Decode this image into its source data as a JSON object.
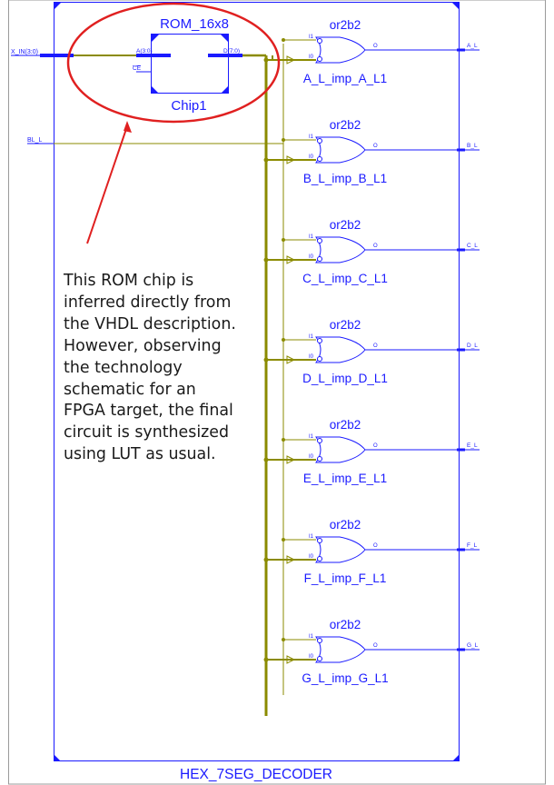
{
  "rom": {
    "title": "ROM_16x8",
    "instance": "Chip1",
    "addr_pin": "A(3:0)",
    "ce_pin": "CE",
    "data_pin": "D(7:0)"
  },
  "module": {
    "title": "HEX_7SEG_DECODER"
  },
  "inputs": {
    "x": "X_IN(3:0)",
    "bl": "BL_L"
  },
  "gates": [
    {
      "type": "or2b2",
      "instance": "A_L_imp_A_L1",
      "output": "A_L"
    },
    {
      "type": "or2b2",
      "instance": "B_L_imp_B_L1",
      "output": "B_L"
    },
    {
      "type": "or2b2",
      "instance": "C_L_imp_C_L1",
      "output": "C_L"
    },
    {
      "type": "or2b2",
      "instance": "D_L_imp_D_L1",
      "output": "D_L"
    },
    {
      "type": "or2b2",
      "instance": "E_L_imp_E_L1",
      "output": "E_L"
    },
    {
      "type": "or2b2",
      "instance": "F_L_imp_F_L1",
      "output": "F_L"
    },
    {
      "type": "or2b2",
      "instance": "G_L_imp_G_L1",
      "output": "G_L"
    }
  ],
  "pins": {
    "i1": "I1",
    "i0": "I0",
    "o": "O"
  },
  "annotation": {
    "lines": [
      "This ROM chip is",
      "inferred directly from",
      "the VHDL description.",
      "However, observing",
      "the technology",
      "schematic for an",
      "FPGA target, the final",
      "circuit is synthesized",
      "using LUT as usual."
    ]
  },
  "colors": {
    "frame": "#1a1aff",
    "bus": "#8b8b00",
    "highlight": "#e02020",
    "text_blue": "#1a1aff"
  }
}
